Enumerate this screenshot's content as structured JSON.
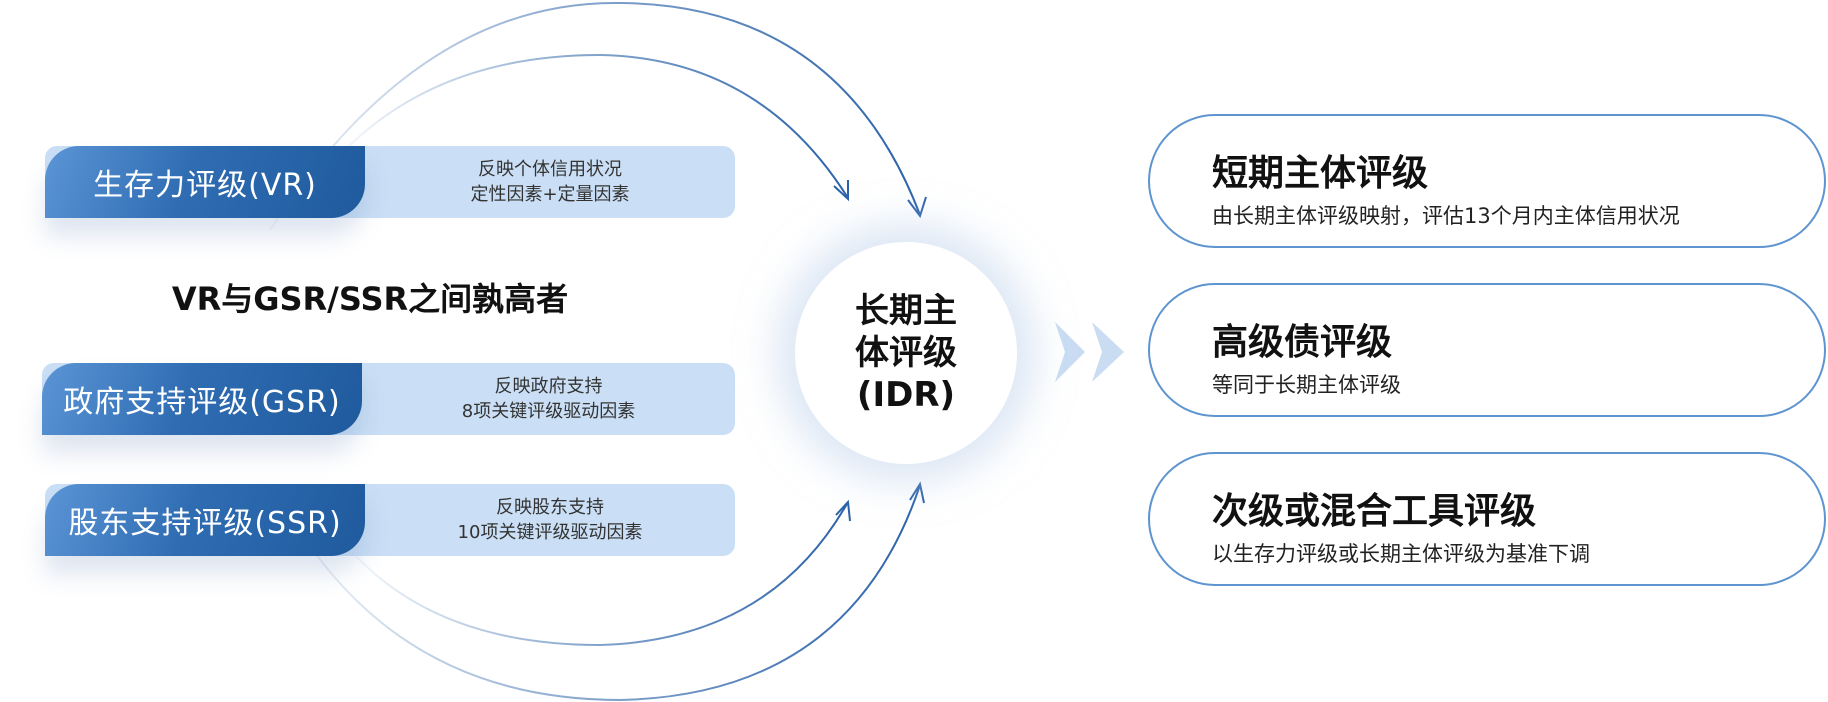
{
  "diagram": {
    "sources": [
      {
        "id": "vr",
        "label": "生存力评级(VR)",
        "desc_line1": "反映个体信用状况",
        "desc_line2": "定性因素+定量因素"
      },
      {
        "id": "gsr",
        "label": "政府支持评级(GSR)",
        "desc_line1": "反映政府支持",
        "desc_line2": "8项关键评级驱动因素"
      },
      {
        "id": "ssr",
        "label": "股东支持评级(SSR)",
        "desc_line1": "反映股东支持",
        "desc_line2": "10项关键评级驱动因素"
      }
    ],
    "rule_text": "VR与GSR/SSR之间孰高者",
    "center": {
      "line1": "长期主",
      "line2": "体评级",
      "line3": "(IDR)"
    },
    "outputs": [
      {
        "title": "短期主体评级",
        "subtitle": "由长期主体评级映射，评估13个月内主体信用状况"
      },
      {
        "title": "高级债评级",
        "subtitle": "等同于长期主体评级"
      },
      {
        "title": "次级或混合工具评级",
        "subtitle": "以生存力评级或长期主体评级为基准下调"
      }
    ],
    "colors": {
      "label_dark": "#1f5a9d",
      "label_light": "#5b95d6",
      "panel": "#cadff5",
      "arrow": "#2a62a8",
      "pill_border": "#5e94d0"
    }
  }
}
